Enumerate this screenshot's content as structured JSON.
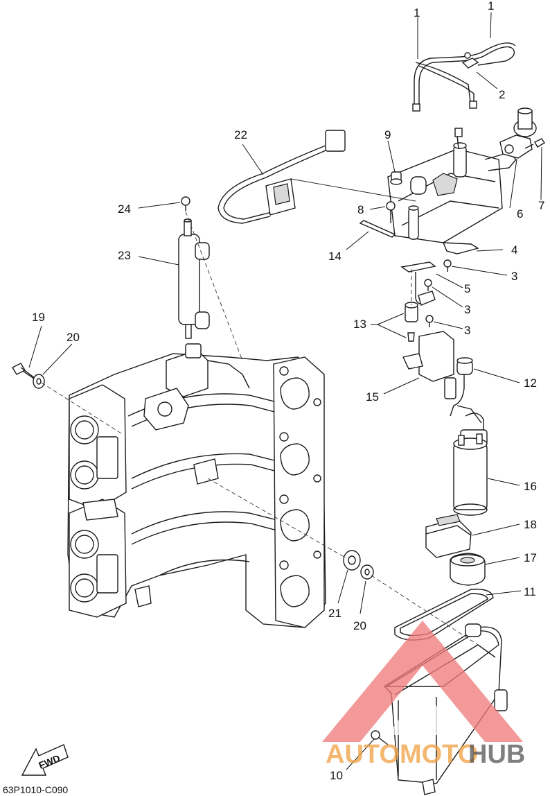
{
  "diagram": {
    "drawing_code": "63P1010-C090",
    "direction_label": "FWD",
    "callouts": [
      {
        "id": "c1a",
        "label": "1"
      },
      {
        "id": "c1b",
        "label": "1"
      },
      {
        "id": "c2",
        "label": "2"
      },
      {
        "id": "c3a",
        "label": "3"
      },
      {
        "id": "c3b",
        "label": "3"
      },
      {
        "id": "c3c",
        "label": "3"
      },
      {
        "id": "c4",
        "label": "4"
      },
      {
        "id": "c5",
        "label": "5"
      },
      {
        "id": "c6",
        "label": "6"
      },
      {
        "id": "c7",
        "label": "7"
      },
      {
        "id": "c8",
        "label": "8"
      },
      {
        "id": "c9",
        "label": "9"
      },
      {
        "id": "c10",
        "label": "10"
      },
      {
        "id": "c11",
        "label": "11"
      },
      {
        "id": "c12",
        "label": "12"
      },
      {
        "id": "c13",
        "label": "13"
      },
      {
        "id": "c14",
        "label": "14"
      },
      {
        "id": "c15",
        "label": "15"
      },
      {
        "id": "c16",
        "label": "16"
      },
      {
        "id": "c17",
        "label": "17"
      },
      {
        "id": "c18",
        "label": "18"
      },
      {
        "id": "c19",
        "label": "19"
      },
      {
        "id": "c20a",
        "label": "20"
      },
      {
        "id": "c20b",
        "label": "20"
      },
      {
        "id": "c21",
        "label": "21"
      },
      {
        "id": "c22",
        "label": "22"
      },
      {
        "id": "c23",
        "label": "23"
      },
      {
        "id": "c24",
        "label": "24"
      }
    ]
  },
  "watermark": {
    "text_part1": "AUTOMOTO",
    "text_part2": "HUB",
    "color_primary": "#f07a7a",
    "color_secondary": "#f0a040",
    "color_dark": "#555555"
  }
}
